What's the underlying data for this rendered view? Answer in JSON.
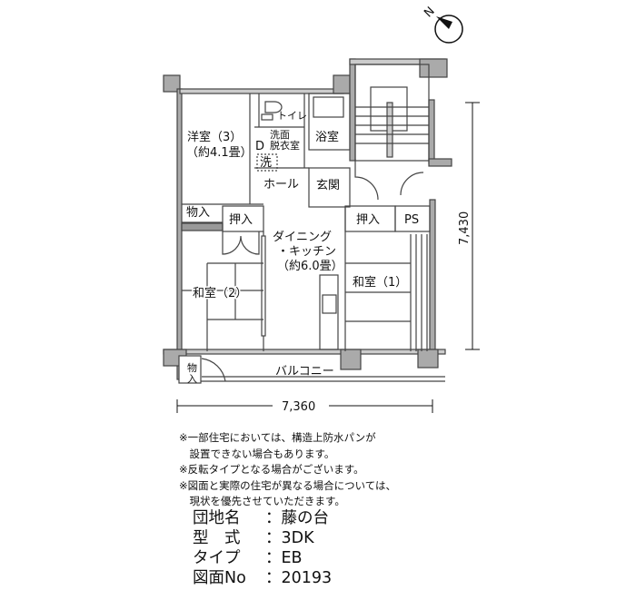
{
  "compass": {
    "label": "N"
  },
  "rooms": {
    "western_room": {
      "name": "洋室（3）",
      "size": "（約4.1畳）"
    },
    "toilet": "トイレ",
    "washroom": {
      "line1": "洗面",
      "line2": "脱衣室"
    },
    "washer": "洗",
    "bath": "浴室",
    "hall": "ホール",
    "entrance": "玄関",
    "storage_left": "物入",
    "closet_left": "押入",
    "closet_right": "押入",
    "ps": "PS",
    "dk": {
      "line1": "ダイニング",
      "line2": "・キッチン",
      "size": "（約6.0畳）"
    },
    "japanese_room_2": "和室（2）",
    "japanese_room_1": "和室（1）",
    "balcony": "バルコニー",
    "storage_balcony": {
      "line1": "物",
      "line2": "入"
    }
  },
  "dimensions": {
    "width": "7,360",
    "depth": "7,430"
  },
  "notes": [
    "※一部住宅においては、構造上防水パンが",
    "　設置できない場合もあります。",
    "※反転タイプとなる場合がございます。",
    "※図面と実際の住宅が異なる場合については、",
    "　現状を優先させていただきます。"
  ],
  "info": {
    "complex_label": "団地名",
    "complex_value": "：藤の台",
    "model_label": "型　式",
    "model_value": "：3DK",
    "type_label": "タイプ",
    "type_value": "：EB",
    "drawing_label": "図面No",
    "drawing_value": "：20193"
  }
}
